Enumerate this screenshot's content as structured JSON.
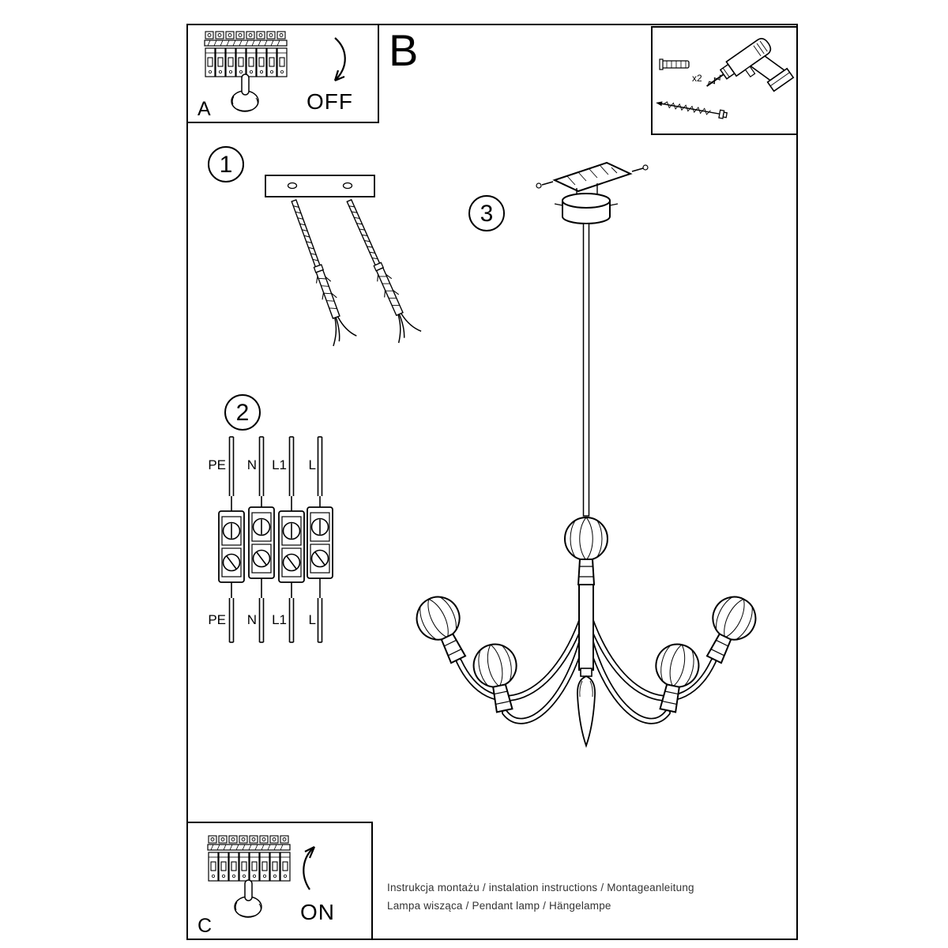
{
  "colors": {
    "ink": "#000000",
    "paper": "#ffffff"
  },
  "sections": {
    "panel_off": {
      "label": "A",
      "action": "OFF"
    },
    "panel_on": {
      "label": "C",
      "action": "ON"
    },
    "section_b": {
      "label": "B"
    },
    "tools": {
      "anchor_qty": "x2"
    },
    "step1": {
      "number": "1"
    },
    "step2": {
      "number": "2",
      "wire_labels_top": [
        "PE",
        "N",
        "L1",
        "L"
      ],
      "wire_labels_bottom": [
        "PE",
        "N",
        "L1",
        "L"
      ]
    },
    "step3": {
      "number": "3"
    }
  },
  "footer": {
    "line1": "Instrukcja montażu / instalation instructions / Montageanleitung",
    "line2": "Lampa wisząca / Pendant lamp / Hängelampe"
  }
}
